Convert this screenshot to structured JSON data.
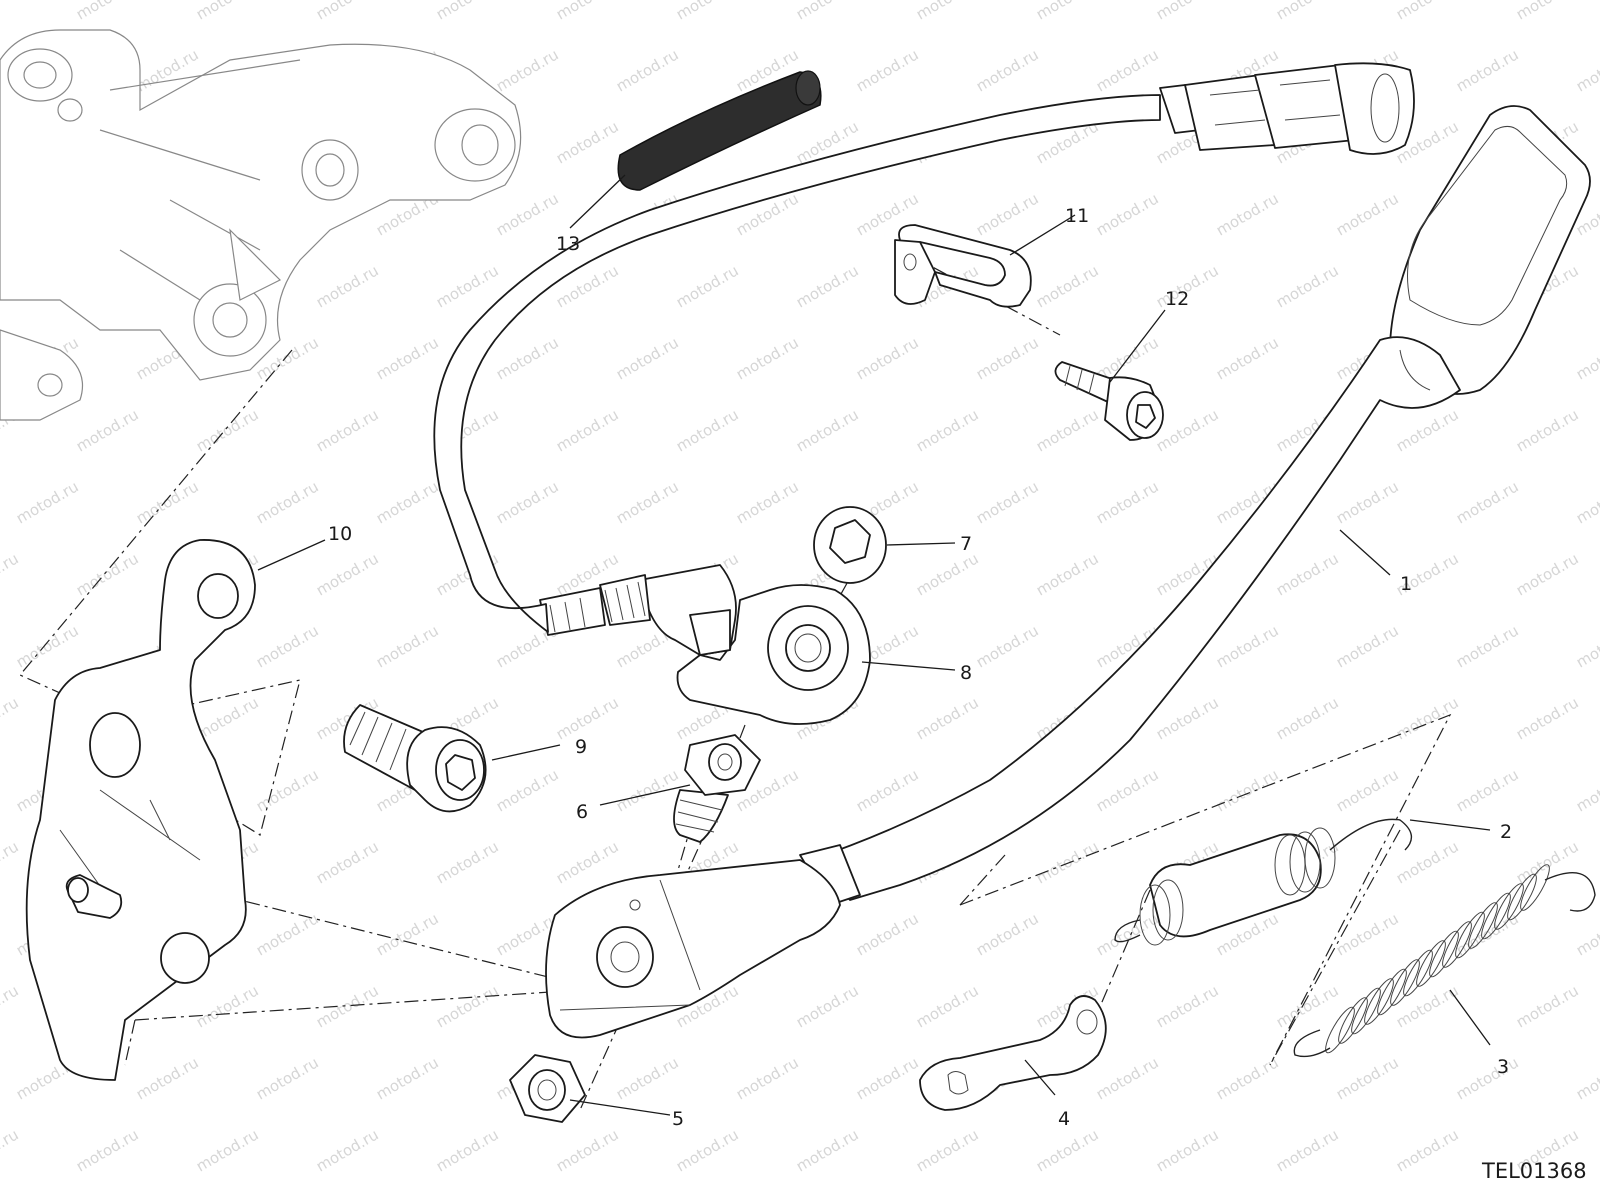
{
  "watermark": "motod.ru",
  "drawing_code": "TEL01368",
  "callouts": [
    {
      "id": "1",
      "part": "sidestand"
    },
    {
      "id": "2",
      "part": "spring-a"
    },
    {
      "id": "3",
      "part": "spring-b"
    },
    {
      "id": "4",
      "part": "spring-plate"
    },
    {
      "id": "5",
      "part": "nut"
    },
    {
      "id": "6",
      "part": "pivot-stud"
    },
    {
      "id": "7",
      "part": "washer-nut"
    },
    {
      "id": "8",
      "part": "sidestand-switch"
    },
    {
      "id": "9",
      "part": "cap-screw"
    },
    {
      "id": "10",
      "part": "sidestand-bracket"
    },
    {
      "id": "11",
      "part": "cable-clip"
    },
    {
      "id": "12",
      "part": "clip-screw"
    },
    {
      "id": "13",
      "part": "protective-sleeve"
    }
  ]
}
